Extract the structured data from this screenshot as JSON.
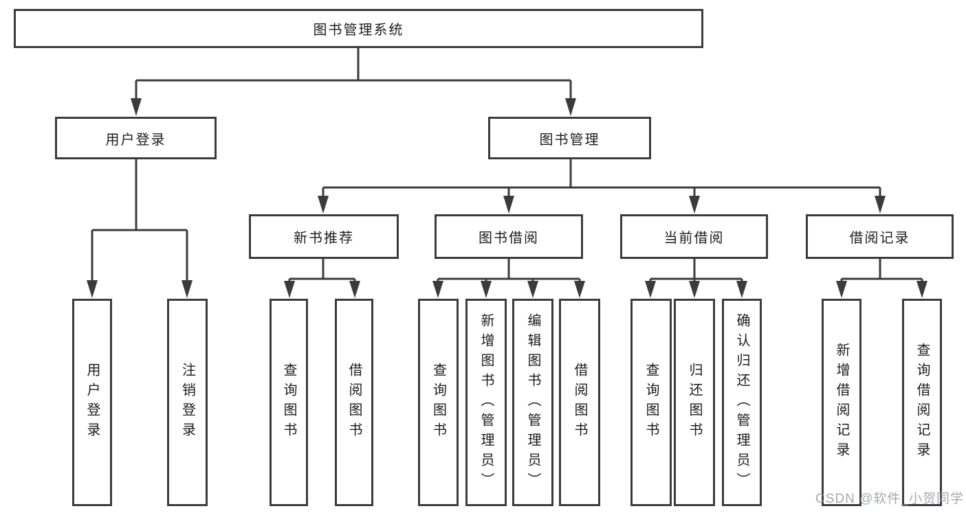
{
  "tree": {
    "root": "图书管理系统",
    "branches": [
      {
        "label": "用户登录",
        "children": [
          "用户登录",
          "注销登录"
        ]
      },
      {
        "label": "图书管理",
        "groups": [
          {
            "label": "新书推荐",
            "children": [
              "查询图书",
              "借阅图书"
            ]
          },
          {
            "label": "图书借阅",
            "children": [
              "查询图书",
              "新增图书（管理员）",
              "编辑图书（管理员）",
              "借阅图书"
            ]
          },
          {
            "label": "当前借阅",
            "children": [
              "查询图书",
              "归还图书",
              "确认归还（管理员）"
            ]
          },
          {
            "label": "借阅记录",
            "children": [
              "新增借阅记录",
              "查询借阅记录"
            ]
          }
        ]
      }
    ]
  },
  "watermark": {
    "text": "CSDN @软件_小贺同学"
  },
  "colors": {
    "line": "#3b3b3b",
    "box_border": "#3b3b3b",
    "text": "#1c1c1c",
    "background": "#ffffff",
    "watermark": "#9499a0"
  }
}
